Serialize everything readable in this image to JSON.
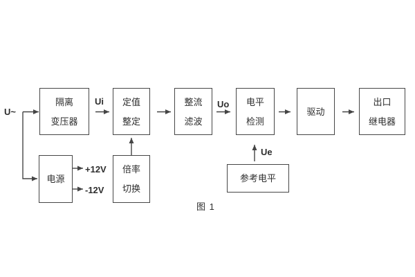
{
  "figure": {
    "caption": "图 1",
    "blocks": {
      "isolation_transformer": {
        "line1": "隔离",
        "line2": "变压器"
      },
      "setting_adjustment": {
        "line1": "定值",
        "line2": "整定"
      },
      "rectifier_filter": {
        "line1": "整流",
        "line2": "滤波"
      },
      "level_detection": {
        "line1": "电平",
        "line2": "检测"
      },
      "drive": {
        "label": "驱动"
      },
      "output_relay": {
        "line1": "出口",
        "line2": "继电器"
      },
      "power_supply": {
        "label": "电源"
      },
      "ratio_switch": {
        "line1": "倍率",
        "line2": "切换"
      },
      "reference_level": {
        "label": "参考电平"
      }
    },
    "signals": {
      "input": "U~",
      "ui": "Ui",
      "uo": "Uo",
      "ue": "Ue",
      "plus12v": "+12V",
      "minus12v": "-12V"
    },
    "colors": {
      "background": "#ffffff",
      "line": "#454545",
      "text": "#2e2e2e"
    }
  }
}
